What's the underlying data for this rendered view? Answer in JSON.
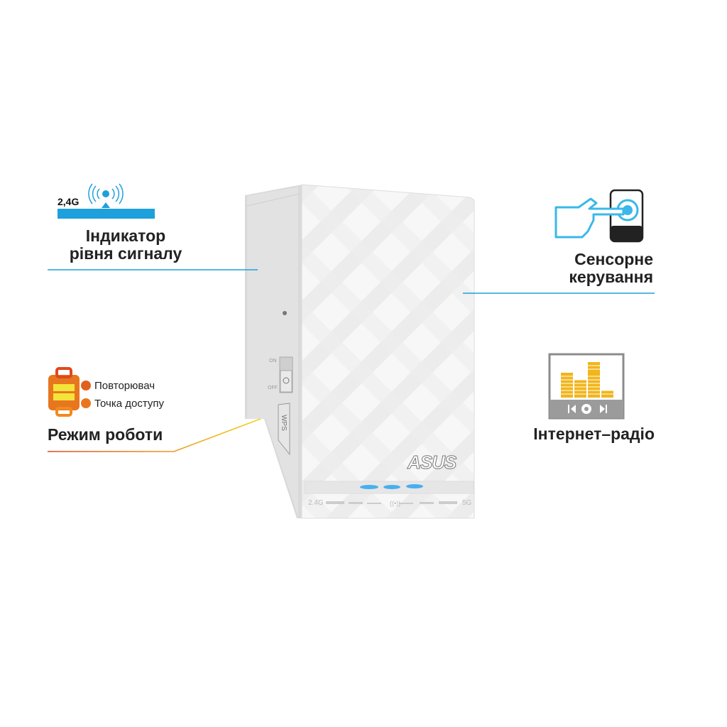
{
  "features": {
    "signal": {
      "band": "2,4G",
      "title_line1": "Індикатор",
      "title_line2": "рівня сигналу",
      "color": "#1ea0dc"
    },
    "touch": {
      "title_line1": "Сенсорне",
      "title_line2": "керування",
      "color": "#1ea0dc"
    },
    "mode": {
      "options": [
        "Повторювач",
        "Точка доступу"
      ],
      "title": "Режим роботи",
      "color": "#e8761e"
    },
    "radio": {
      "title": "Інтернет–радіо",
      "color": "#f2b51b"
    }
  },
  "device": {
    "brand": "ASUS",
    "switch_on": "ON",
    "switch_off": "OFF",
    "wps_label": "WPS",
    "band_left": "2.4G",
    "band_right": "5G"
  }
}
